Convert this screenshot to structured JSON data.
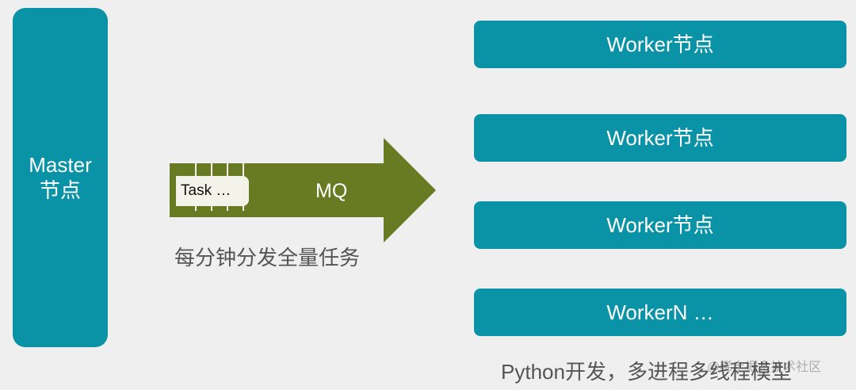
{
  "master": {
    "label": "Master\n节点"
  },
  "arrow": {
    "task_label": "Task …",
    "mq_label": "MQ",
    "caption": "每分钟分发全量任务"
  },
  "workers": [
    {
      "label": "Worker节点"
    },
    {
      "label": "Worker节点"
    },
    {
      "label": "Worker节点"
    },
    {
      "label": "WorkerN …"
    }
  ],
  "footer": {
    "title": "Python开发，多进程多线程模型"
  },
  "watermark": {
    "text": "@稀土掘金技术社区"
  },
  "colors": {
    "teal": "#0a93a6",
    "olive": "#697b22",
    "task_box": "#f3f3ea",
    "background": "#efefef",
    "caption_text": "#555555"
  }
}
